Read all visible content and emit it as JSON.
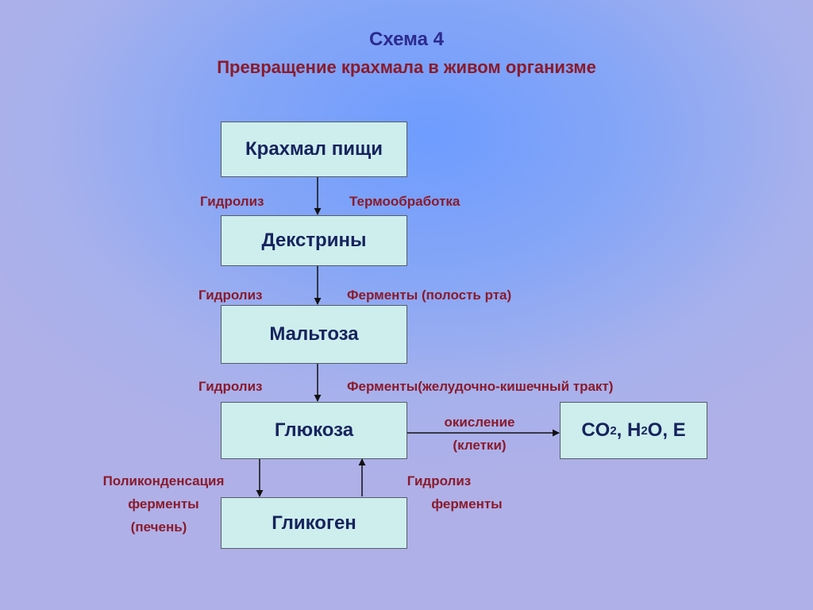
{
  "header": {
    "scheme": "Схема 4",
    "title": "Превращение крахмала в живом организме"
  },
  "nodes": {
    "starch": "Крахмал пищи",
    "dextrins": "Декстрины",
    "maltose": "Мальтоза",
    "glucose": "Глюкоза",
    "glycogen": "Гликоген",
    "products": {
      "co": "CO",
      "co_sub": "2",
      "h": ", H",
      "h_sub": "2",
      "tail": "O, E"
    }
  },
  "edges": {
    "e1_left": "Гидролиз",
    "e1_right": "Термообработка",
    "e2_left": "Гидролиз",
    "e2_right": "Ферменты (полость рта)",
    "e3_left": "Гидролиз",
    "e3_right": "Ферменты(желудочно-кишечный тракт)",
    "oxidation": "окисление",
    "cells": "(клетки)",
    "poly_line1": "Поликонденсация",
    "poly_line2": "ферменты",
    "poly_line3": "(печень)",
    "hyd_line1": "Гидролиз",
    "hyd_line2": "ферменты"
  },
  "colors": {
    "box_fill": "#cdeeec",
    "node_text": "#17235e",
    "label_text": "#8b1a2a",
    "scheme_text": "#2c2a8e"
  }
}
